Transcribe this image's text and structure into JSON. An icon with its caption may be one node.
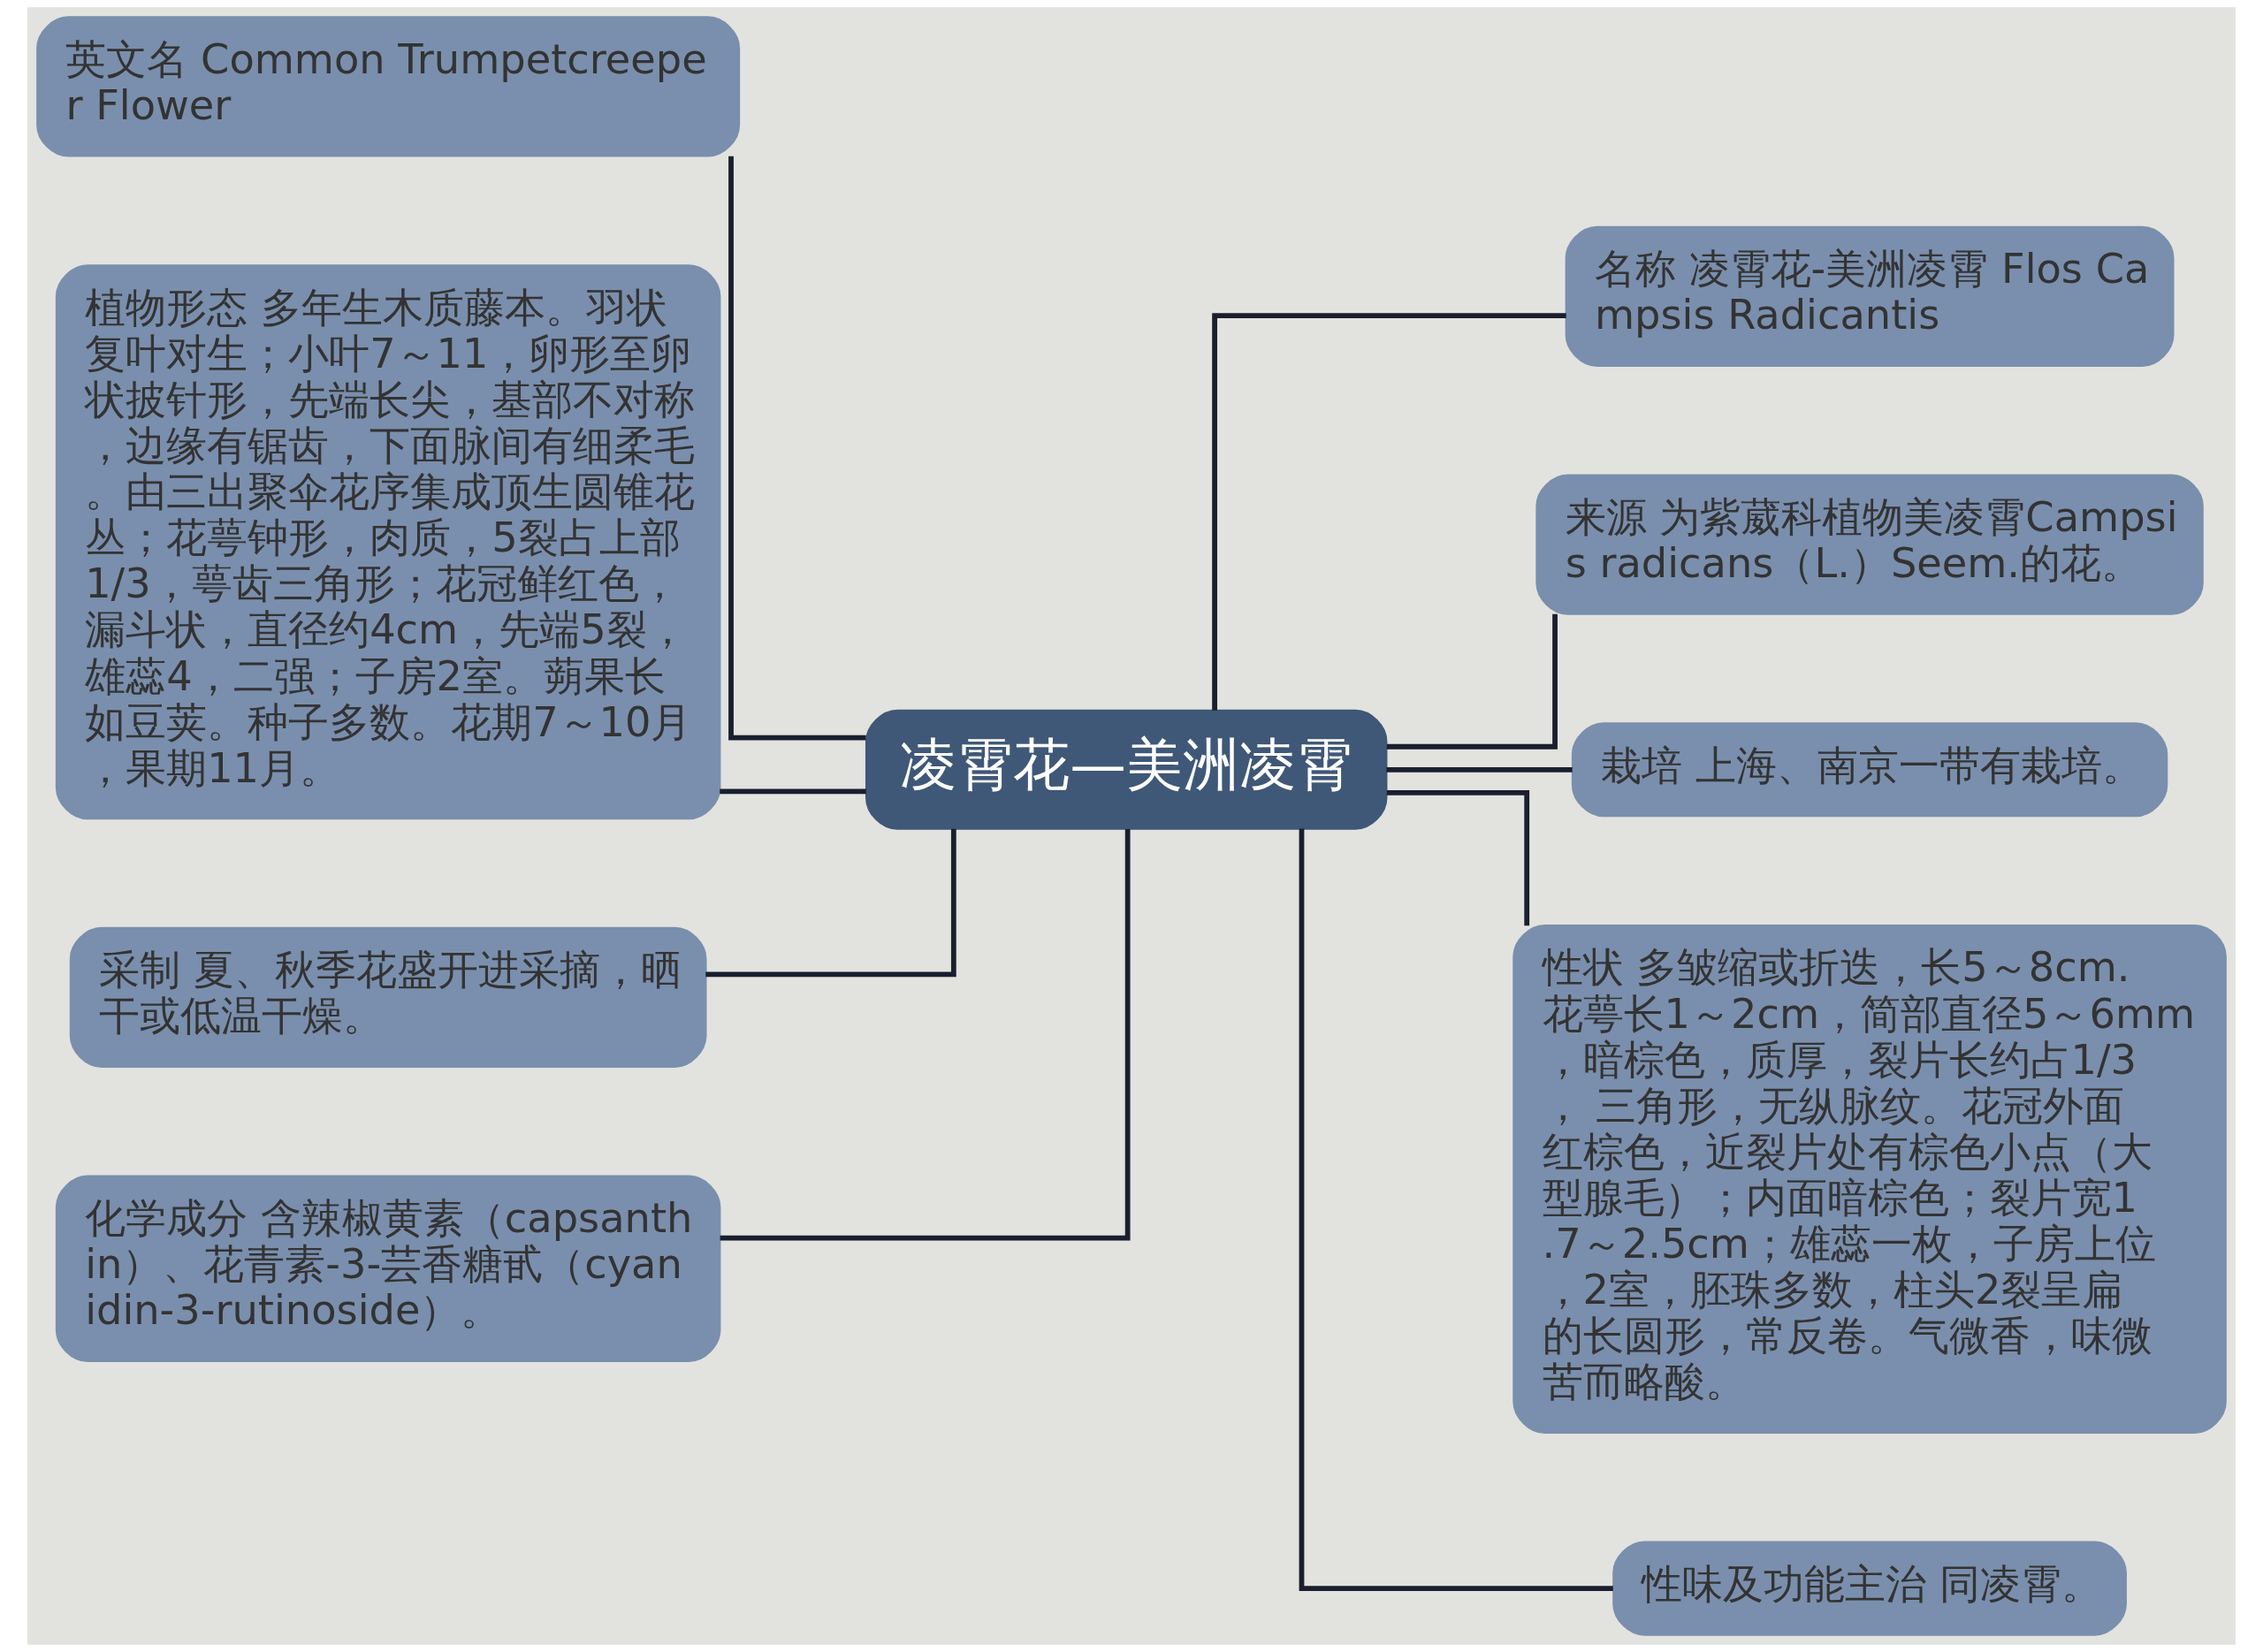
{
  "diagram": {
    "nodes": [
      {
        "text": [
          "凌霄花—美洲凌霄"
        ]
      },
      {
        "text": [
          "英文名 Common Trumpetcreeper Flower"
        ]
      },
      {
        "text": [
          "植物形态 多年生木质藤本。羽状复叶对生；小叶7～11，卵形至卵状披针形，先端长尖，基部不对称，边缘有锯齿，下面脉间有细柔毛。由三出聚伞花序集成顶生圆锥花丛；花萼钟形，肉质，5裂占上部1/3，萼齿三角形；花冠鲜红色，漏斗状，直径约4cm，先端5裂，雄蕊4，二强；子房2室。蒴果长如豆荚。种子多数。花期7～10月，果期11月。"
        ]
      },
      {
        "text": [
          "采制 夏、秋季花盛开进采摘，晒干或低温干燥。"
        ]
      },
      {
        "text": [
          "化学成分 含辣椒黄素（capsanthin）、花青素-3-芸香糖甙（cyanidin-3-rutinoside）。"
        ]
      },
      {
        "text": [
          "名称 凌霄花-美洲凌霄 Flos Campsis Radicantis"
        ]
      },
      {
        "text": [
          "来源 为紫葳科植物美凌霄Campsis radicans（L.）Seem.的花。"
        ]
      },
      {
        "text": [
          "栽培 上海、南京一带有栽培。"
        ]
      },
      {
        "text": [
          "性状 多皱缩或折迭，长5～8cm.花萼长1～2cm，简部直径5～6mm，暗棕色，质厚，裂片长约占1/3， 三角形，无纵脉纹。花冠外面红棕色，近裂片处有棕色小点（大型腺毛）；内面暗棕色；裂片宽1.7～2.5cm；雄蕊一枚，子房上位，2室，胚珠多数，柱头2裂呈扁的长圆形，常反卷。气微香，味微苦而略酸。"
        ]
      },
      {
        "text": [
          "性味及功能主治 同凌霄。"
        ]
      }
    ],
    "edges": [
      {
        "from": 0,
        "to": 1,
        "arrow": "none"
      },
      {
        "from": 0,
        "to": 2,
        "arrow": "none"
      },
      {
        "from": 0,
        "to": 3,
        "arrow": "none"
      },
      {
        "from": 0,
        "to": 4,
        "arrow": "none"
      },
      {
        "from": 0,
        "to": 5,
        "arrow": "none"
      },
      {
        "from": 0,
        "to": 6,
        "arrow": "none"
      },
      {
        "from": 0,
        "to": 7,
        "arrow": "none"
      },
      {
        "from": 0,
        "to": 8,
        "arrow": "none"
      },
      {
        "from": 0,
        "to": 9,
        "arrow": "none"
      }
    ]
  }
}
